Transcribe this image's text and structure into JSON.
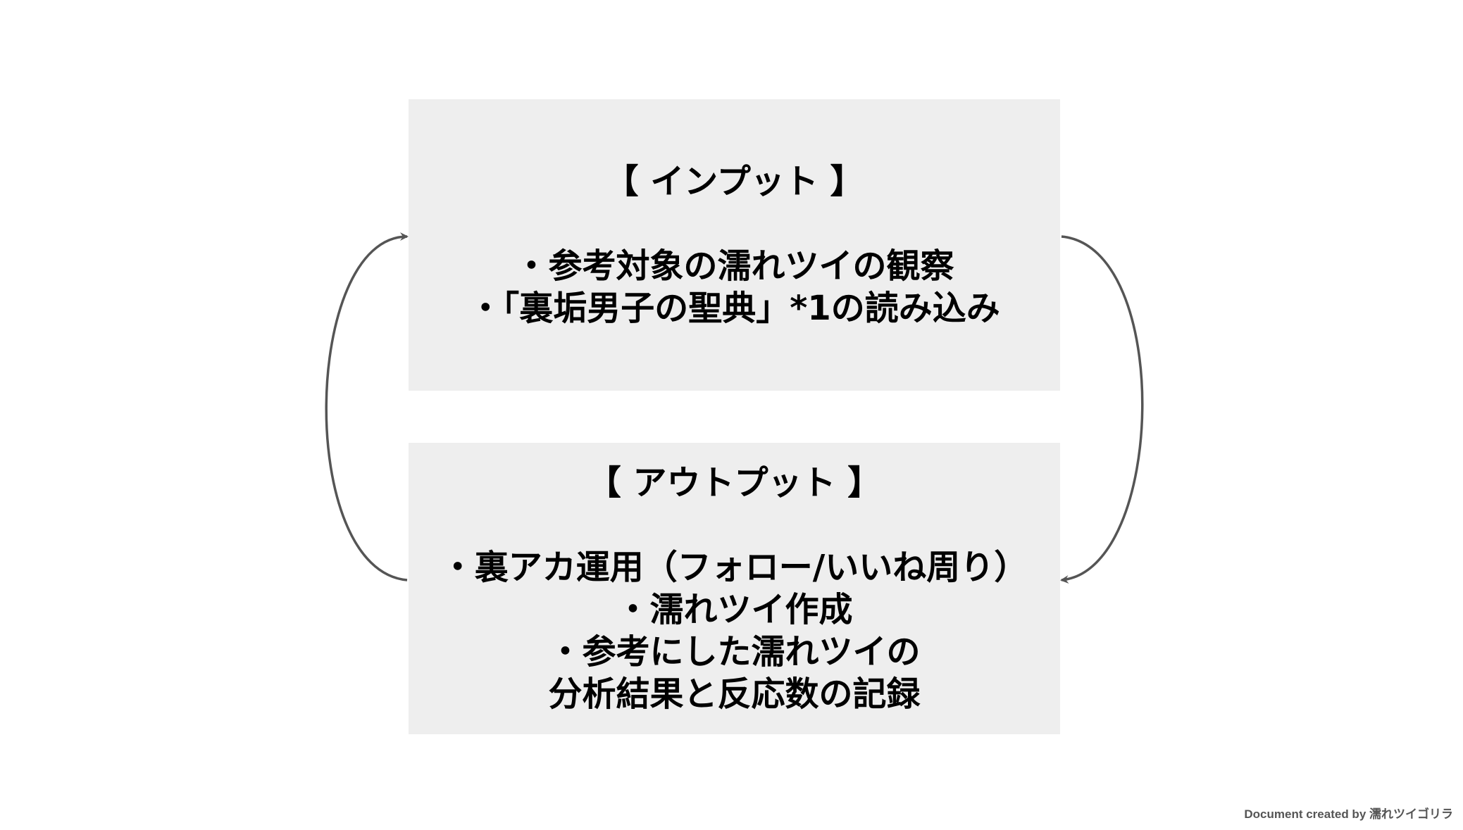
{
  "input_box": {
    "title": "【 インプット 】",
    "items": [
      "・参考対象の濡れツイの観察",
      "・「裏垢男子の聖典」*1の読み込み"
    ]
  },
  "output_box": {
    "title": "【 アウトプット 】",
    "items": [
      "・裏アカ運用（フォロー/いいね周り）",
      "・濡れツイ作成",
      "・参考にした濡れツイの",
      "分析結果と反応数の記録"
    ]
  },
  "credit": "Document created by 濡れツイゴリラ",
  "colors": {
    "box_fill": "#eeeeee",
    "arrow": "#555555",
    "text": "#000000"
  }
}
